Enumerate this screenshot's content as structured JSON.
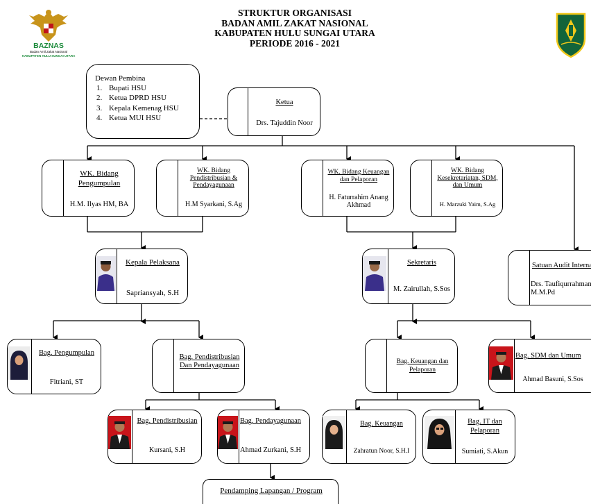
{
  "header": {
    "title_lines": [
      "STRUKTUR ORGANISASI",
      "BADAN AMIL ZAKAT NASIONAL",
      "KABUPATEN HULU SUNGAI UTARA",
      "PERIODE 2016 - 2021"
    ],
    "logo_left": {
      "name": "BAZNAS",
      "sub1": "Badan Amil Zakat Nasional",
      "sub2": "KABUPATEN HULU SUNGAI UTARA"
    },
    "colors": {
      "baznas_green": "#1b8a3a",
      "garuda_gold": "#c8941b",
      "garuda_red": "#c0141b",
      "emblem_green": "#12643a",
      "emblem_yellow": "#f2c81a"
    }
  },
  "advisors": {
    "title": "Dewan Pembina",
    "items": [
      {
        "num": "1.",
        "text": "Bupati HSU"
      },
      {
        "num": "2.",
        "text": "Ketua DPRD HSU"
      },
      {
        "num": "3.",
        "text": "Kepala Kemenag HSU"
      },
      {
        "num": "4.",
        "text": "Ketua MUI HSU"
      }
    ]
  },
  "ketua": {
    "title": "Ketua",
    "name": "Drs. Tajuddin Noor"
  },
  "wk": [
    {
      "title": "WK. Bidang Pengumpulan",
      "name": "H.M. Ilyas HM, BA"
    },
    {
      "title": "WK. Bidang Pendistribusian & Pendayagunaan",
      "name": "H.M Syarkani, S.Ag"
    },
    {
      "title": "WK. Bidang Keuangan dan Pelaporan",
      "name": "H. Faturrahim Anang Akhmad"
    },
    {
      "title": "WK. Bidang Kesekretariatan, SDM, dan Umum",
      "name": "H. Marzuki Yaim, S.Ag"
    }
  ],
  "kepala_pelaksana": {
    "title": "Kepala Pelaksana",
    "name": "Sapriansyah, S.H"
  },
  "sekretaris": {
    "title": "Sekretaris",
    "name": "M. Zairullah, S.Sos"
  },
  "audit": {
    "title": "Satuan Audit Internal",
    "name": "Drs. Taufiqurrahman, M.M.Pd"
  },
  "bag": {
    "pengumpulan": {
      "title": "Bag. Pengumpulan",
      "name": "Fitriani, ST"
    },
    "pendistribusian_pendayagunaan": {
      "title": "Bag. Pendistribusian Dan Pendayagunaan"
    },
    "keuangan_pelaporan": {
      "title": "Bag. Keuangan dan Pelaporan"
    },
    "sdm_umum": {
      "title": "Bag. SDM dan Umum",
      "name": "Ahmad Basuni, S.Sos"
    },
    "pendistribusian": {
      "title": "Bag. Pendistribusian",
      "name": "Kursani, S.H"
    },
    "pendayagunaan": {
      "title": "Bag. Pendayagunaan",
      "name": "Ahmad Zurkani, S.H"
    },
    "keuangan": {
      "title": "Bag. Keuangan",
      "name": "Zahratun Noor, S.H.I"
    },
    "it_pelaporan": {
      "title": "Bag. IT dan Pelaporan",
      "name": "Sumiati, S.Akun"
    }
  },
  "pendamping": {
    "title": "Pendamping Lapangan / Program"
  }
}
